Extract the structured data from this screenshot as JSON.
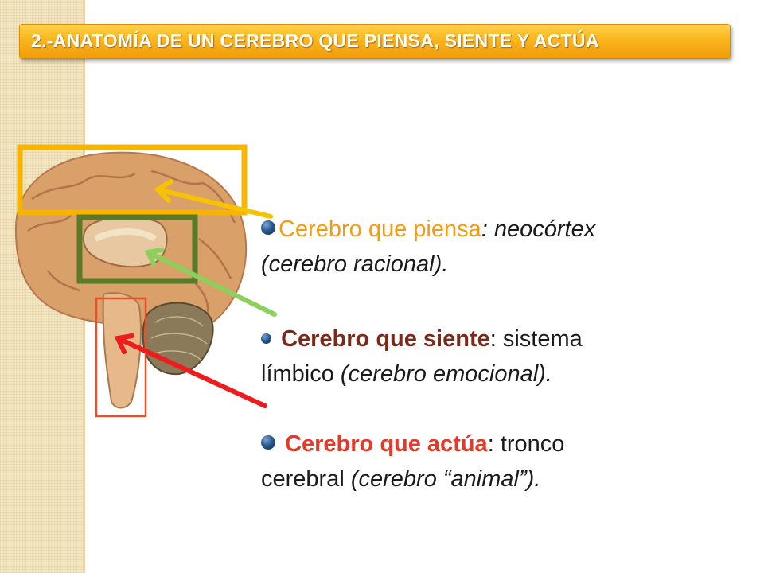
{
  "title": "2.-ANATOMÍA  DE UN CEREBRO QUE  PIENSA, SIENTE Y  ACTÚA",
  "items": [
    {
      "label": "Cerebro que piensa",
      "rest_line1": ": neocórtex",
      "line2": "(cerebro racional).",
      "label_color": "#f39c12",
      "box_color": "#f7b500"
    },
    {
      "label": "Cerebro que siente",
      "rest_line1": ": sistema",
      "line2_a": "límbico",
      "line2_b": " (cerebro emocional).",
      "label_color": "#7a2a1a",
      "box_color": "#5a7a2a"
    },
    {
      "label": "Cerebro que actúa",
      "rest_line1": ": tronco",
      "line2_a": "cerebral",
      "line2_b": " (cerebro “animal”).",
      "label_color": "#e53a2a",
      "box_color": "#e8502a"
    }
  ],
  "colors": {
    "title_bg": "#f9b51c",
    "arrow_yellow": "#f7c200",
    "arrow_green": "#8ccf5a",
    "arrow_red": "#ee1c1c"
  }
}
